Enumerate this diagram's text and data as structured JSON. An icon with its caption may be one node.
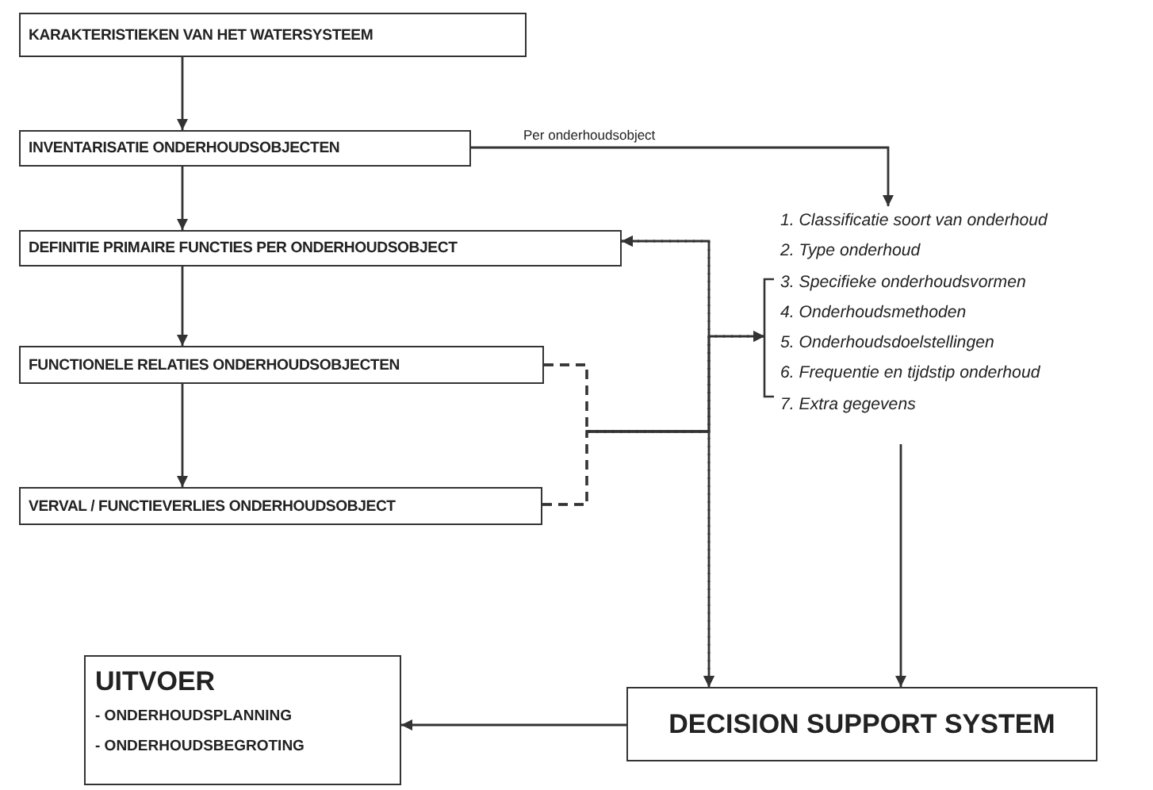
{
  "diagram": {
    "nodes": [
      {
        "text": [
          "KARAKTERISTIEKEN VAN HET WATERSYSTEEM"
        ]
      },
      {
        "text": [
          "INVENTARISATIE ONDERHOUDSOBJECTEN"
        ]
      },
      {
        "text": [
          "DEFINITIE PRIMAIRE FUNCTIES PER ONDERHOUDSOBJECT"
        ]
      },
      {
        "text": [
          "FUNCTIONELE RELATIES ONDERHOUDSOBJECTEN"
        ]
      },
      {
        "text": [
          "VERVAL / FUNCTIEVERLIES ONDERHOUDSOBJECT"
        ]
      },
      {
        "text": [
          "1. Classificatie soort van onderhoud",
          "2. Type onderhoud",
          "3. Specifieke onderhoudsvormen",
          "4. Onderhoudsmethoden",
          "5. Onderhoudsdoelstellingen",
          "6. Frequentie en tijdstip onderhoud",
          "7. Extra gegevens"
        ]
      },
      {
        "text": [
          "UITVOER",
          "- ONDERHOUDSPLANNING",
          "- ONDERHOUDSBEGROTING"
        ]
      },
      {
        "text": [
          "DECISION SUPPORT SYSTEM"
        ]
      }
    ],
    "edges": [
      {
        "from": 0,
        "to": 1,
        "arrow": "to"
      },
      {
        "from": 1,
        "to": 2,
        "arrow": "to"
      },
      {
        "from": 2,
        "to": 3,
        "arrow": "to"
      },
      {
        "from": 3,
        "to": 4,
        "arrow": "to"
      },
      {
        "from": 1,
        "to": 5,
        "arrow": "to",
        "label": "Per onderhoudsobject"
      },
      {
        "from": 3,
        "to": 2,
        "arrow": "to",
        "style": "dashed"
      },
      {
        "from": 4,
        "to": 2,
        "arrow": "to",
        "style": "dashed"
      },
      {
        "from": 3,
        "to": 5,
        "arrow": "to",
        "style": "dashed"
      },
      {
        "from": 4,
        "to": 5,
        "arrow": "to",
        "style": "dashed"
      },
      {
        "from": 3,
        "to": 7,
        "arrow": "to",
        "style": "dashed"
      },
      {
        "from": 4,
        "to": 7,
        "arrow": "to",
        "style": "dashed"
      },
      {
        "from": 5,
        "to": 7,
        "arrow": "to"
      },
      {
        "from": 7,
        "to": 6,
        "arrow": "to"
      }
    ]
  }
}
